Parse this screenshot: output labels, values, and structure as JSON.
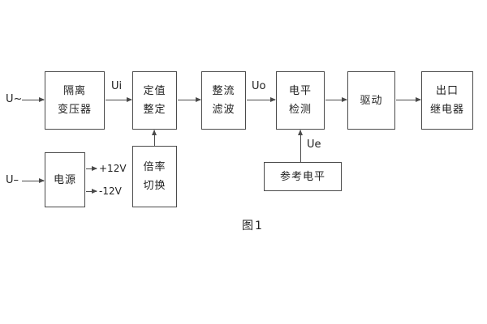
{
  "diagram": {
    "caption": "图1",
    "inputs": {
      "ac": "U~",
      "dc": "U–"
    },
    "signals": {
      "ui": "Ui",
      "uo": "Uo",
      "ue": "Ue"
    },
    "rails": {
      "positive": "+12V",
      "negative": "-12V"
    },
    "blocks": {
      "isolation_transformer": {
        "line1": "隔离",
        "line2": "变压器"
      },
      "setpoint_adjust": {
        "line1": "定值",
        "line2": "整定"
      },
      "rectifier_filter": {
        "line1": "整流",
        "line2": "滤波"
      },
      "level_detector": {
        "line1": "电平",
        "line2": "检测"
      },
      "driver": {
        "label": "驱动"
      },
      "output_relay": {
        "line1": "出口",
        "line2": "继电器"
      },
      "power_supply": {
        "label": "电源"
      },
      "ratio_switch": {
        "line1": "倍率",
        "line2": "切换"
      },
      "reference_level": {
        "label": "参考电平"
      }
    }
  }
}
